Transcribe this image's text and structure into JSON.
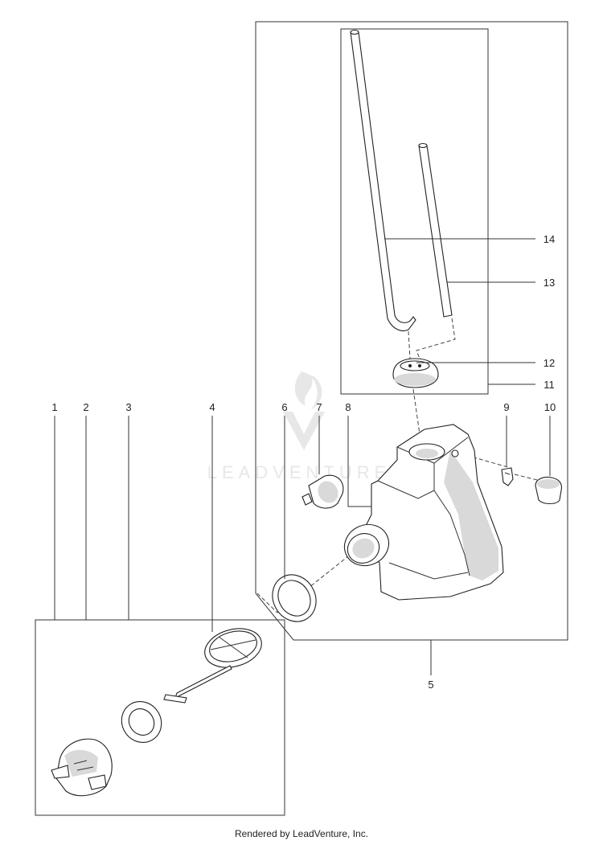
{
  "diagram": {
    "callouts": [
      "1",
      "2",
      "3",
      "4",
      "5",
      "6",
      "7",
      "8",
      "9",
      "10",
      "11",
      "12",
      "13",
      "14"
    ],
    "watermark": "LEADVENTURE"
  },
  "footer": {
    "text": "Rendered by LeadVenture, Inc."
  },
  "colors": {
    "line": "#222222",
    "watermark": "#cccccc",
    "background": "#ffffff"
  }
}
